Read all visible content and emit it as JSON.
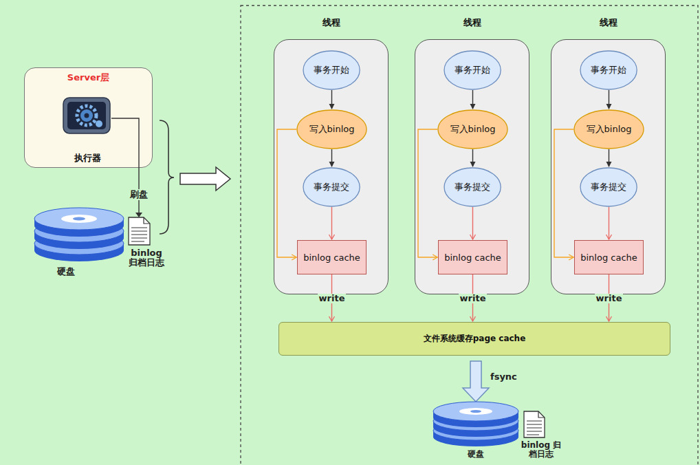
{
  "diagram": {
    "nodes": [
      {
        "text": [
          "Server层"
        ]
      },
      {
        "text": [
          "执行器"
        ],
        "in": 0
      },
      {
        "text": [
          "线程"
        ]
      },
      {
        "text": [
          "事务开始"
        ],
        "in": 2
      },
      {
        "text": [
          "写入binlog"
        ],
        "in": 2
      },
      {
        "text": [
          "事务提交"
        ],
        "in": 2
      },
      {
        "text": [
          "binlog cache"
        ],
        "in": 2
      },
      {
        "text": [
          "线程"
        ]
      },
      {
        "text": [
          "事务开始"
        ],
        "in": 7
      },
      {
        "text": [
          "写入binlog"
        ],
        "in": 7
      },
      {
        "text": [
          "事务提交"
        ],
        "in": 7
      },
      {
        "text": [
          "binlog cache"
        ],
        "in": 7
      },
      {
        "text": [
          "线程"
        ]
      },
      {
        "text": [
          "事务开始"
        ],
        "in": 12
      },
      {
        "text": [
          "写入binlog"
        ],
        "in": 12
      },
      {
        "text": [
          "事务提交"
        ],
        "in": 12
      },
      {
        "text": [
          "binlog cache"
        ],
        "in": 12
      },
      {
        "text": [
          "文件系统缓存page cache"
        ]
      }
    ],
    "edges": [
      {
        "from": 3,
        "to": 4,
        "arrow": "to"
      },
      {
        "from": 4,
        "to": 5,
        "arrow": "to"
      },
      {
        "from": 5,
        "to": 6,
        "arrow": "to"
      },
      {
        "from": 4,
        "to": 6,
        "arrow": "to"
      },
      {
        "from": 6,
        "to": 17,
        "label": "write",
        "arrow": "to"
      },
      {
        "from": 8,
        "to": 9,
        "arrow": "to"
      },
      {
        "from": 9,
        "to": 10,
        "arrow": "to"
      },
      {
        "from": 10,
        "to": 11,
        "arrow": "to"
      },
      {
        "from": 9,
        "to": 11,
        "arrow": "to"
      },
      {
        "from": 11,
        "to": 17,
        "label": "write",
        "arrow": "to"
      },
      {
        "from": 13,
        "to": 14,
        "arrow": "to"
      },
      {
        "from": 14,
        "to": 15,
        "arrow": "to"
      },
      {
        "from": 15,
        "to": 16,
        "arrow": "to"
      },
      {
        "from": 14,
        "to": 16,
        "arrow": "to"
      },
      {
        "from": 16,
        "to": 17,
        "label": "write",
        "arrow": "to"
      }
    ],
    "labels": [
      "刷盘",
      "binlog 归档日志",
      "硬盘",
      "fsync",
      "binlog 归档日志",
      "硬盘"
    ]
  }
}
